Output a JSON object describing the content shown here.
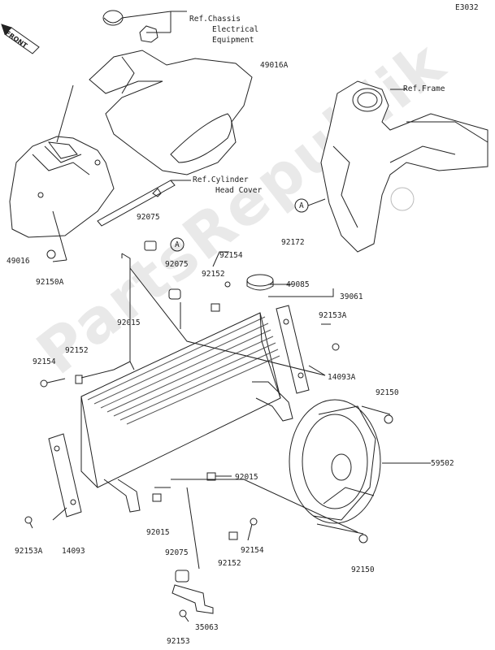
{
  "diagram_code": "E3032",
  "front_label": "FRONT",
  "watermark": "PartsRepublik",
  "references": {
    "chassis_electrical": [
      "Ref.Chassis",
      "Electrical",
      "Equipment"
    ],
    "frame": "Ref.Frame",
    "cylinder_head_cover": [
      "Ref.Cylinder",
      "Head Cover"
    ]
  },
  "callouts": {
    "p49016A": "49016A",
    "p49016": "49016",
    "p92150A": "92150A",
    "p92075_a": "92075",
    "p92075_b": "92075",
    "p92075_c": "92075",
    "p92154_top": "92154",
    "p92152_top": "92152",
    "p92172": "92172",
    "p49085": "49085",
    "p39061": "39061",
    "p92015_a": "92015",
    "p92015_b": "92015",
    "p92015_c": "92015",
    "p92153A_right": "92153A",
    "p92154_left": "92154",
    "p92152_left": "92152",
    "p14093A": "14093A",
    "p92150_top": "92150",
    "p59502": "59502",
    "p92153A_left": "92153A",
    "p14093": "14093",
    "p92152_bottom": "92152",
    "p92154_bottom": "92154",
    "p92150_bottom": "92150",
    "p92153": "92153",
    "p35063": "35063"
  },
  "markers": {
    "marker_a": "A"
  }
}
